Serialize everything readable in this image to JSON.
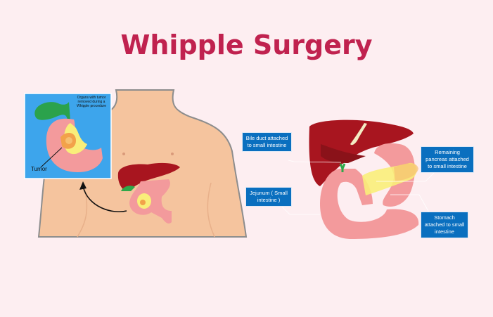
{
  "title": "Whipple Surgery",
  "inset": {
    "note": "Organs with tumor removed during a Whipple procedure",
    "tumor_label": "Tumor"
  },
  "labels": {
    "bile_duct": "Bile duct attached to small intestine",
    "jejunum": "Jejunum ( Small intestine )",
    "pancreas": "Remaining pancreas attached to small intestine",
    "stomach": "Stomach attached to small intestine"
  },
  "colors": {
    "background": "#fdeef1",
    "title": "#c0224f",
    "label_box": "#0a6fbf",
    "inset_bg": "#3da5ec",
    "skin": "#f5c49e",
    "liver": "#a8151f",
    "intestine": "#f39a9c",
    "pancreas": "#f9ee7a"
  }
}
